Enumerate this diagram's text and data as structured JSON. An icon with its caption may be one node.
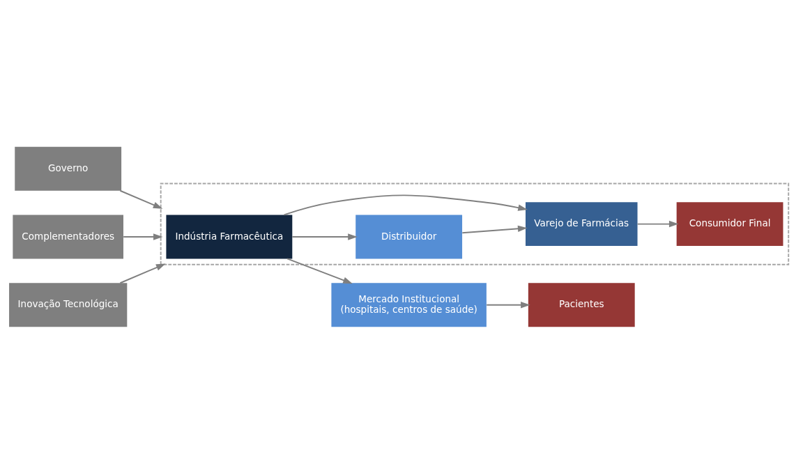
{
  "diagram": {
    "nodes": [
      {
        "text": [
          "Mercado Institucional",
          "(hospitais, centros de saúde)"
        ]
      },
      {
        "text": [
          "Pacientes"
        ]
      },
      {
        "text": [],
        "shape": "box"
      },
      {
        "text": [
          "Indústria Farmacêutica"
        ],
        "in": 2
      },
      {
        "text": [
          "Distribuidor"
        ],
        "in": 2
      },
      {
        "text": [
          "Varejo de Farmácias"
        ],
        "in": 2
      },
      {
        "text": [
          "Consumidor Final"
        ],
        "in": 2
      },
      {
        "text": [
          "Governo"
        ]
      },
      {
        "text": [
          "Complementadores"
        ]
      },
      {
        "text": [
          "Inovação Tecnológica"
        ]
      }
    ],
    "edges": [
      {
        "from": 3,
        "to": 0,
        "arrow": "to"
      },
      {
        "from": 0,
        "to": 1,
        "arrow": "to"
      },
      {
        "from": 3,
        "to": 4,
        "arrow": "to"
      },
      {
        "from": 4,
        "to": 5,
        "arrow": "to"
      },
      {
        "from": 3,
        "to": 5,
        "arrow": "to"
      },
      {
        "from": 5,
        "to": 6,
        "arrow": "to"
      },
      {
        "from": 7,
        "to": 2,
        "arrow": "to"
      },
      {
        "from": 8,
        "to": 2,
        "arrow": "to"
      },
      {
        "from": 9,
        "to": 2,
        "arrow": "to"
      }
    ]
  }
}
